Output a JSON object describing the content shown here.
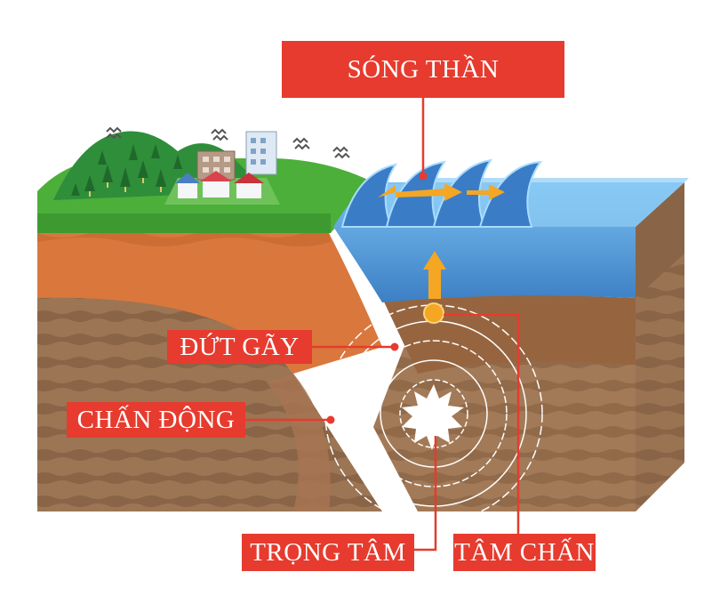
{
  "labels": {
    "tsunami": "SÓNG THẦN",
    "fault": "ĐỨT GÃY",
    "shaking": "CHẤN ĐỘNG",
    "hypocenter": "TRỌNG TÂM",
    "epicenter": "TÂM CHẤN"
  },
  "colors": {
    "label_bg": "#e63b2e",
    "leader_line": "#e63b2e",
    "ocean": "#5aa9e6",
    "land_grass": "#4cae3a",
    "soil_orange": "#d9753a",
    "rock_brown": "#8a6748",
    "magma": "#ff6a1a",
    "arrow": "#f5a623",
    "wave_rings": "#ffffff"
  },
  "icons": [
    "house-icon",
    "building-icon",
    "tree-icon",
    "shake-lines-icon",
    "arrow-up-icon",
    "burst-icon"
  ]
}
